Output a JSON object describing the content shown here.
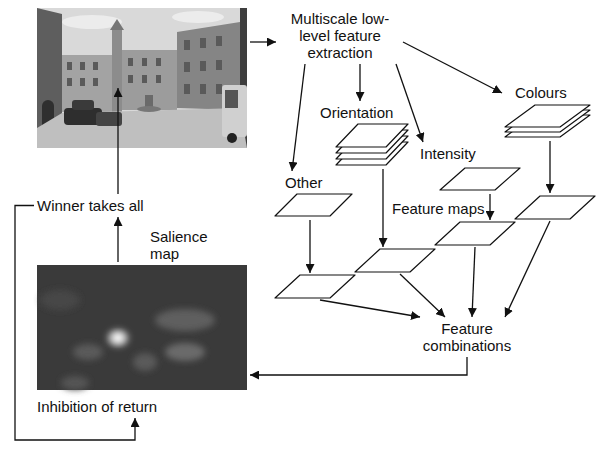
{
  "diagram": {
    "nodes": [
      {
        "text": [
          "Multiscale low-level feature extraction"
        ]
      },
      {
        "text": [
          "Colours"
        ]
      },
      {
        "text": [
          "Orientation"
        ]
      },
      {
        "text": [
          "Intensity"
        ]
      },
      {
        "text": [
          "Other"
        ]
      },
      {
        "text": [
          "Winner takes all"
        ]
      },
      {
        "text": [
          "Feature maps"
        ]
      },
      {
        "text": [
          "Salience map"
        ]
      },
      {
        "text": [
          "Feature combinations"
        ]
      },
      {
        "text": [
          "Inhibition of return"
        ]
      }
    ],
    "edges": [
      {
        "from": 0,
        "to": 4,
        "arrow": "to"
      },
      {
        "from": 0,
        "to": 2,
        "arrow": "to"
      },
      {
        "from": 0,
        "to": 3,
        "arrow": "to"
      },
      {
        "from": 0,
        "to": 1,
        "arrow": "to"
      },
      {
        "from": 4,
        "to": 6,
        "arrow": "to"
      },
      {
        "from": 2,
        "to": 6,
        "arrow": "to"
      },
      {
        "from": 3,
        "to": 6,
        "arrow": "to"
      },
      {
        "from": 1,
        "to": 6,
        "arrow": "to"
      },
      {
        "from": 6,
        "to": 8,
        "arrow": "to"
      },
      {
        "from": 8,
        "to": 7,
        "arrow": "to"
      },
      {
        "from": 7,
        "to": 5,
        "arrow": "to"
      },
      {
        "from": 5,
        "to": 9,
        "arrow": "to"
      }
    ]
  }
}
